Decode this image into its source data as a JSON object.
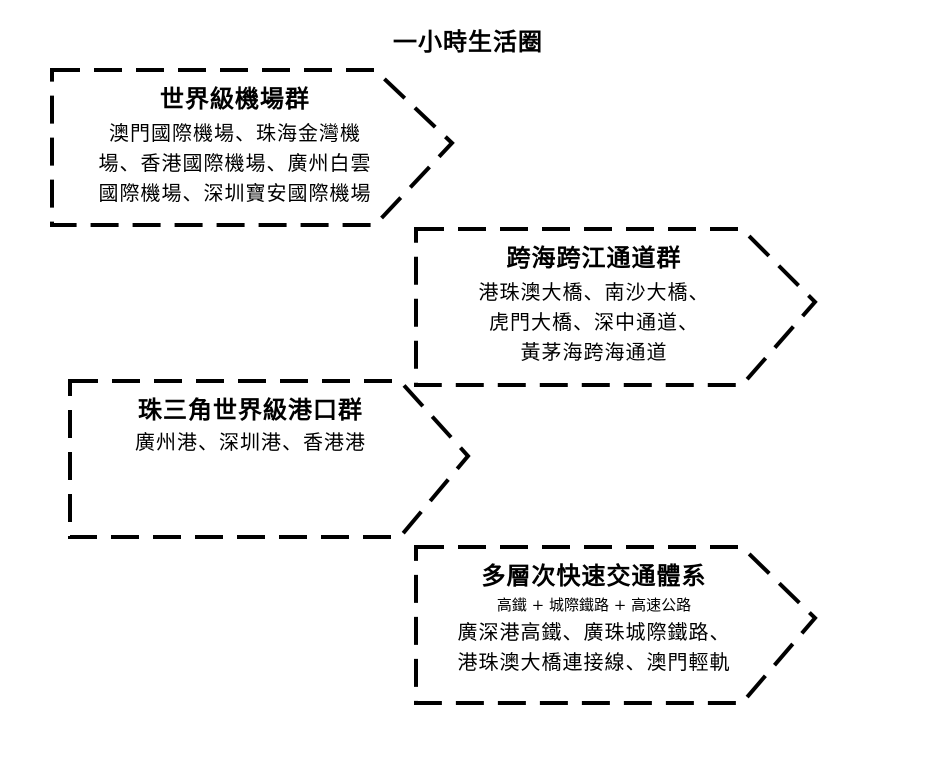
{
  "title": "一小時生活圈",
  "boxes": [
    {
      "heading": "世界級機場群",
      "lines": [
        "澳門國際機場、珠海金灣機",
        "場、香港國際機場、廣州白雲",
        "國際機場、深圳寶安國際機場"
      ]
    },
    {
      "heading": "跨海跨江通道群",
      "lines": [
        "港珠澳大橋、南沙大橋、",
        "虎門大橋、深中通道、",
        "黃茅海跨海通道"
      ]
    },
    {
      "heading": "珠三角世界級港口群",
      "lines": [
        "廣州港、深圳港、香港港"
      ]
    },
    {
      "heading": "多層次快速交通體系",
      "subline": "高鐵 + 城際鐵路 + 高速公路",
      "lines": [
        "廣深港高鐵、廣珠城際鐵路、",
        "港珠澳大橋連接線、澳門輕軌"
      ]
    }
  ]
}
